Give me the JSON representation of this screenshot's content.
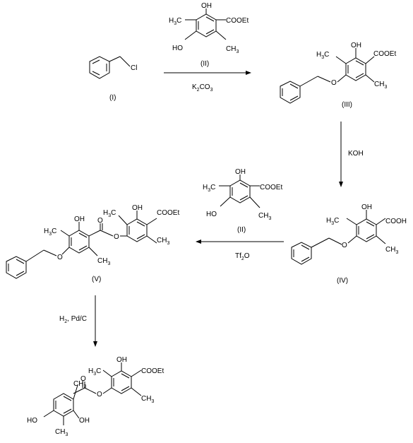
{
  "compounds": {
    "I": {
      "label": "(I)",
      "substituents": {
        "cl": "Cl"
      }
    },
    "II_top": {
      "label": "(II)",
      "substituents": {
        "oh": "OH",
        "cooet": "COOEt",
        "ho": "HO",
        "ch3a": "H3C",
        "ch3b": "CH3"
      }
    },
    "III": {
      "label": "(III)",
      "substituents": {
        "oh": "OH",
        "cooet": "COOEt",
        "ch3a": "H3C",
        "ch3b": "CH3",
        "o": "O"
      }
    },
    "IV": {
      "label": "(IV)",
      "substituents": {
        "oh": "OH",
        "cooh": "COOH",
        "ch3a": "H3C",
        "ch3b": "CH3",
        "o": "O"
      }
    },
    "II_mid": {
      "label": "(II)",
      "substituents": {
        "oh": "OH",
        "cooet": "COOEt",
        "ho": "HO",
        "ch3a": "H3C",
        "ch3b": "CH3"
      }
    },
    "V": {
      "label": "(V)",
      "substituents": {
        "oh1": "OH",
        "oh2": "OH",
        "cooet": "COOEt",
        "ch3a": "H3C",
        "ch3b": "CH3",
        "ch3c": "H3C",
        "ch3d": "CH3",
        "o1": "O",
        "o2": "O",
        "o3": "O"
      }
    },
    "VI": {
      "label": "",
      "substituents": {
        "oh1": "OH",
        "oh2": "OH",
        "ho": "HO",
        "cooet": "COOEt",
        "ch3a": "H3C",
        "ch3b": "CH3",
        "ch3c": "CH3",
        "ch3d": "CH3",
        "o1": "O",
        "o2": "O"
      }
    }
  },
  "reagents": {
    "step1": "K2CO3",
    "step2": "KOH",
    "step3": "Tf2O",
    "step4": "H2, Pd/C"
  }
}
